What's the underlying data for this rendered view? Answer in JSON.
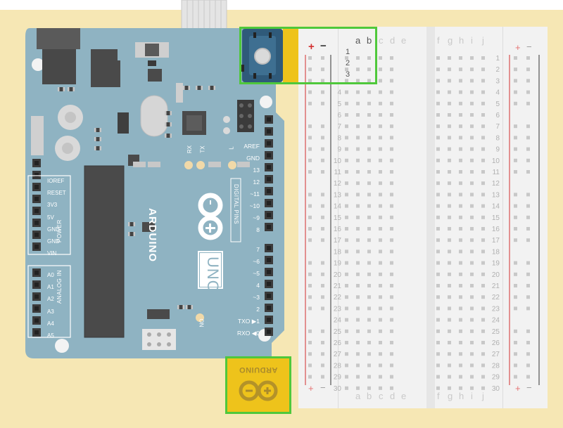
{
  "canvas": {
    "background_color": "#f6e7b4",
    "board_color": "#8fb3c2",
    "breadboard_color": "#f2f2f2",
    "highlight_color": "#4fc83b",
    "component_color": "#eec31b"
  },
  "arduino": {
    "brand": "ARDUINO",
    "model": "UNO",
    "digital_pins_label": "DIGITAL PINS",
    "power_label": "POWER",
    "analog_label": "ANALOG IN",
    "led_labels": [
      "RX",
      "TX",
      "L",
      "ON"
    ],
    "power_pins": [
      "IOREF",
      "RESET",
      "3V3",
      "5V",
      "GND",
      "GND",
      "VIN"
    ],
    "analog_pins": [
      "A0",
      "A1",
      "A2",
      "A3",
      "A4",
      "A5"
    ],
    "digital_pins_top": [
      "AREF",
      "GND",
      "13",
      "12",
      "~11",
      "~10",
      "~9",
      "8"
    ],
    "digital_pins_bottom": [
      "7",
      "~6",
      "~5",
      "4",
      "~3",
      "2",
      "TXO ▶1",
      "RXO ◀0"
    ]
  },
  "breadboard": {
    "columns_left": [
      "a",
      "b",
      "c",
      "d",
      "e"
    ],
    "columns_right": [
      "f",
      "g",
      "h",
      "i",
      "j"
    ],
    "rail_plus": "+",
    "rail_minus": "−",
    "row_count": 30
  },
  "components": {
    "pushbutton": {
      "name": "Pushbutton",
      "selected": true,
      "placed_rows": [
        "1",
        "2",
        "3"
      ]
    },
    "arduino_part": {
      "name": "Arduino logo",
      "label": "ARDUINO",
      "selected": true
    }
  },
  "icons": {
    "infinity_logo": "infinity-logo-icon",
    "usb_cable": "usb-cable-icon"
  }
}
